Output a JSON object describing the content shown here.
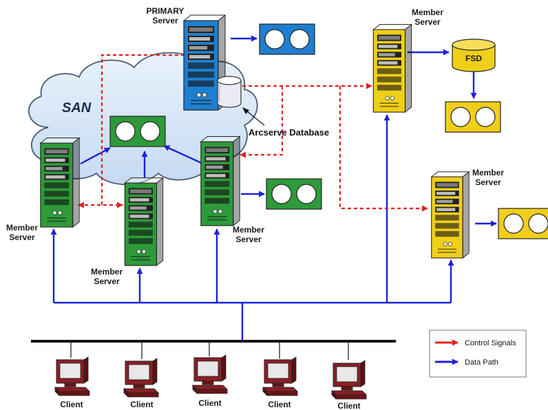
{
  "labels": {
    "primary_line1": "PRIMARY",
    "primary_line2": "Server",
    "member_line1": "Member",
    "member_line2": "Server",
    "san": "SAN",
    "fsd": "FSD",
    "database": "Arcserve Database",
    "client": "Client"
  },
  "legend": {
    "control": "Control Signals",
    "data": "Data Path"
  },
  "colors": {
    "blue_server": "#1e7fd0",
    "green_server": "#2e9a3a",
    "yellow_server": "#f0cf1a",
    "control_line": "#e02020",
    "data_line": "#1a22d8",
    "client": "#8a1f24"
  }
}
